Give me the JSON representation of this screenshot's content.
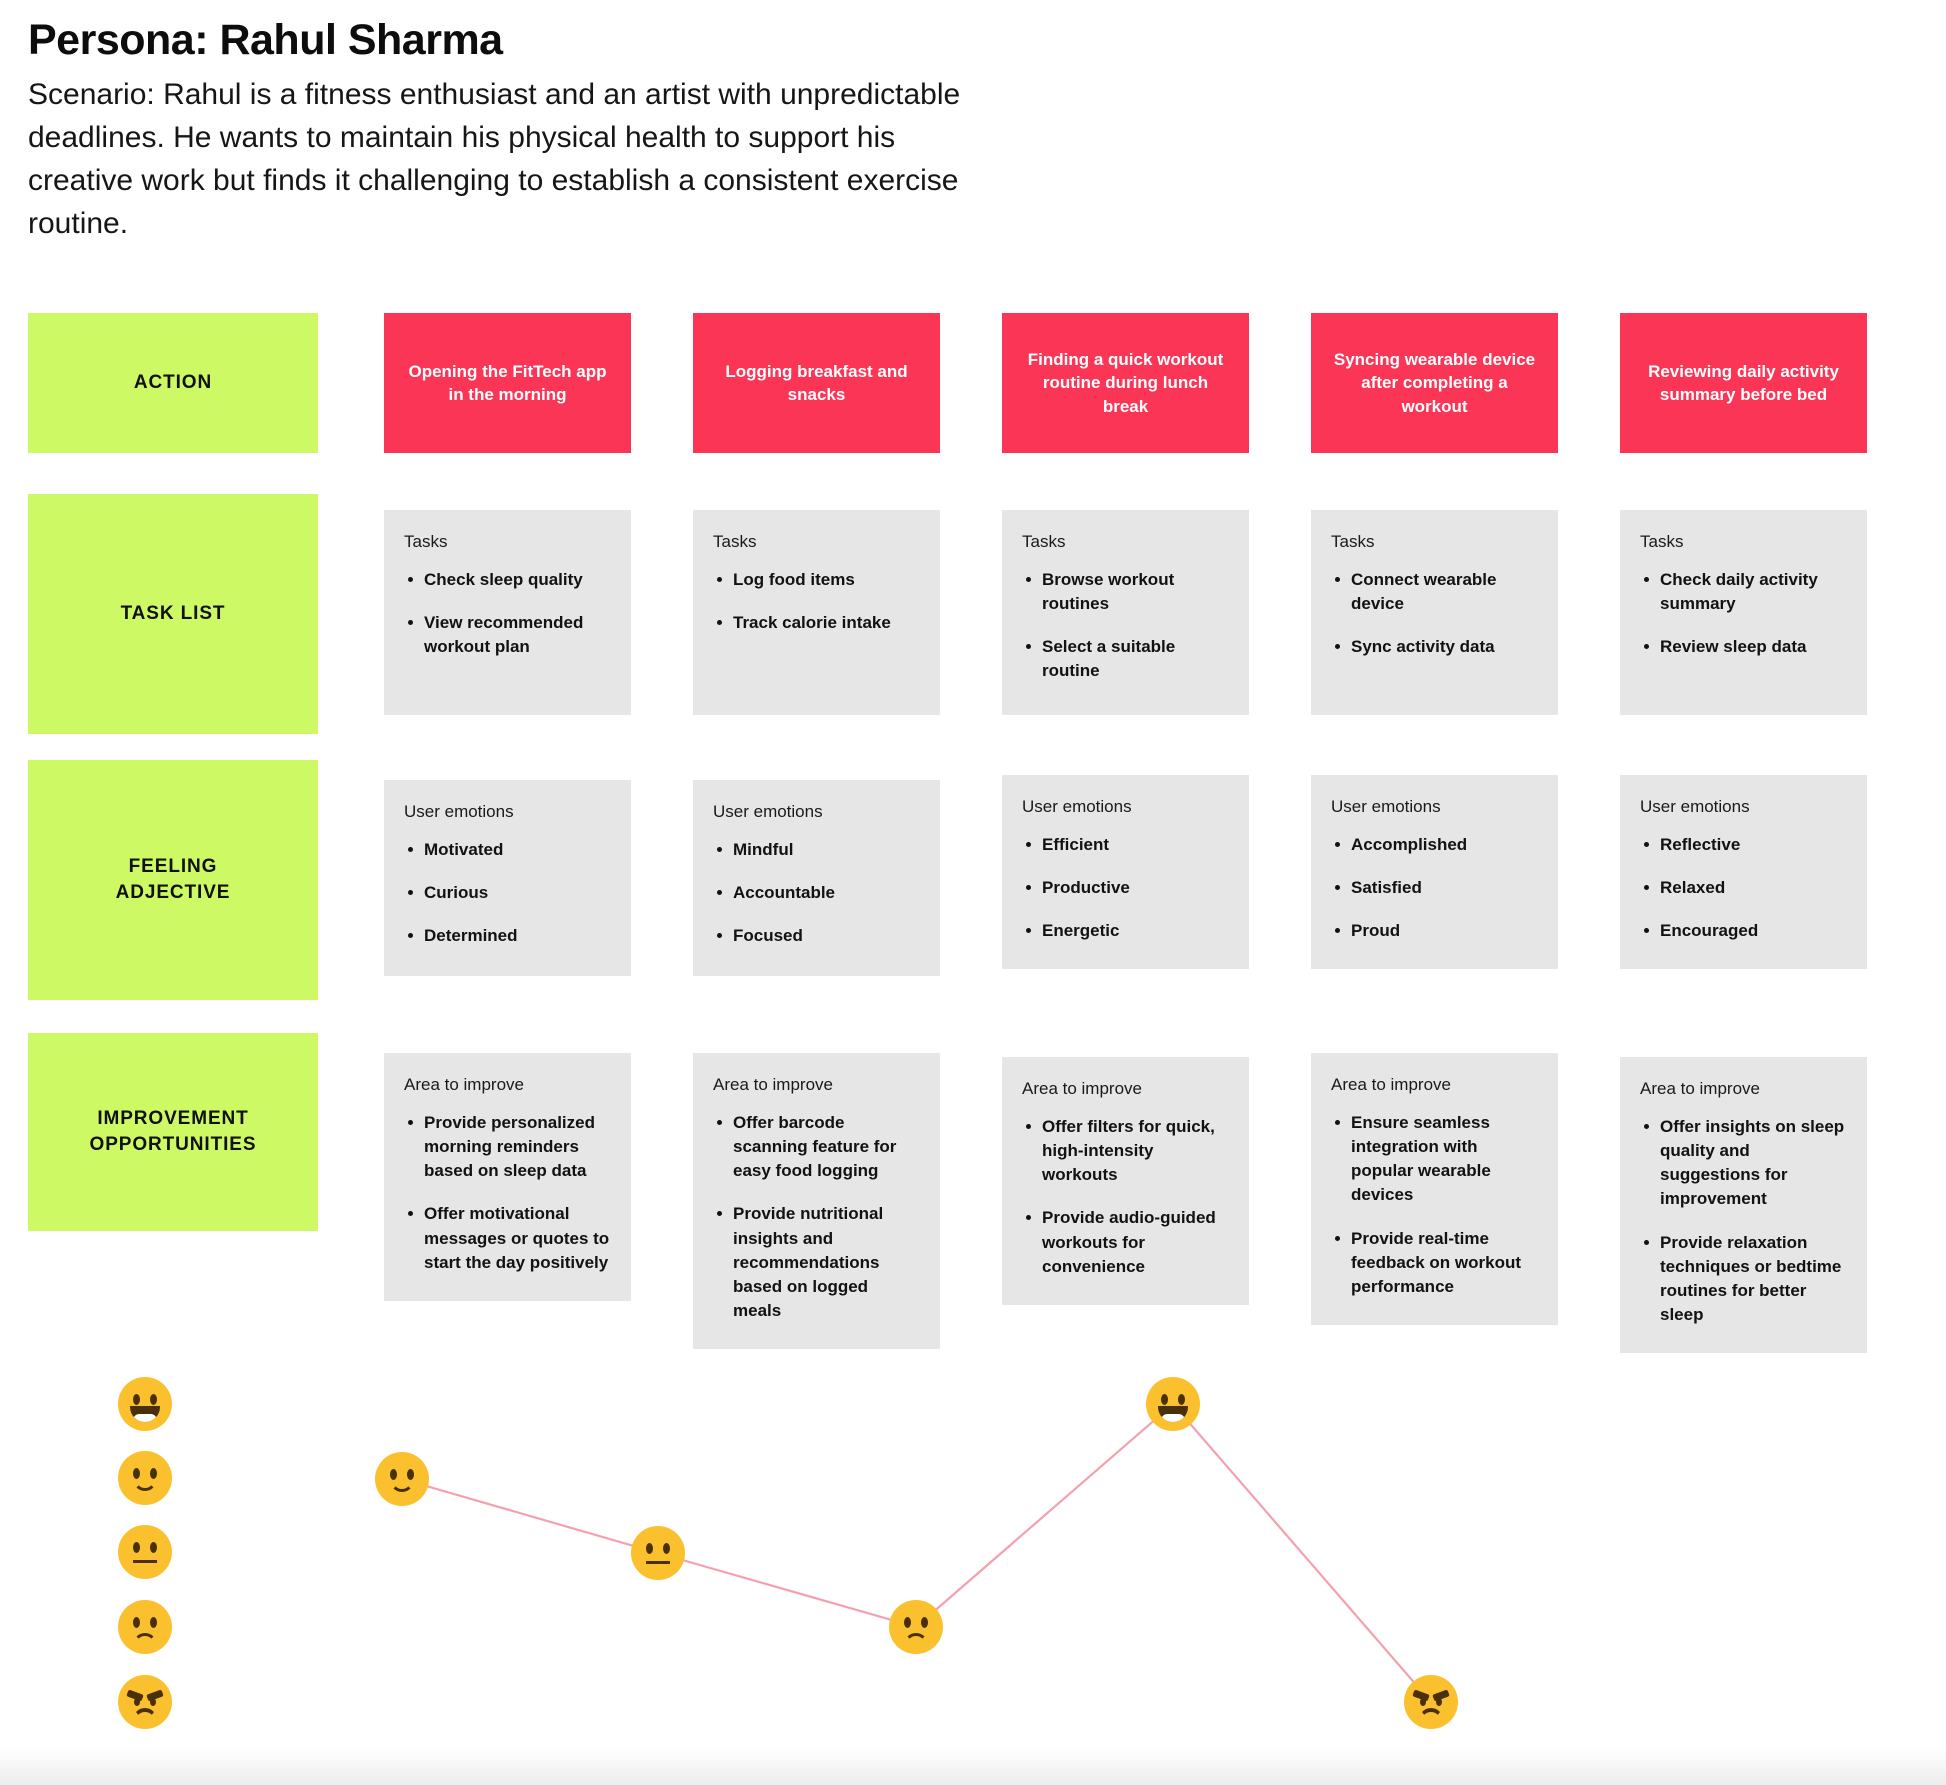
{
  "header": {
    "title": "Persona: Rahul Sharma",
    "scenario": "Scenario: Rahul is a fitness enthusiast and an artist with unpredictable deadlines. He wants to maintain his physical health to support his creative work but finds it challenging to establish a consistent exercise routine."
  },
  "colors": {
    "accent_green": "#cdfa64",
    "accent_red": "#fa3556",
    "card_gray": "#e6e6e6",
    "emoji_yellow": "#fbc02d",
    "line_pink": "#f5a0ae"
  },
  "rows": {
    "action": {
      "label": "ACTION"
    },
    "task_list": {
      "label": "TASK LIST"
    },
    "feeling": {
      "label": "FEELING\nADJECTIVE"
    },
    "improvement": {
      "label": "IMPROVEMENT\nOPPORTUNITIES"
    }
  },
  "stages": [
    {
      "action": "Opening the FitTech app in the morning",
      "tasks_title": "Tasks",
      "tasks": [
        "Check sleep quality",
        "View recommended workout plan"
      ],
      "emotions_title": "User emotions",
      "emotions": [
        "Motivated",
        "Curious",
        "Determined"
      ],
      "improve_title": "Area to improve",
      "improvements": [
        "Provide personalized morning reminders based on sleep data",
        "Offer motivational messages or quotes to start the day positively"
      ]
    },
    {
      "action": "Logging breakfast and snacks",
      "tasks_title": "Tasks",
      "tasks": [
        "Log food items",
        "Track calorie intake"
      ],
      "emotions_title": "User emotions",
      "emotions": [
        "Mindful",
        "Accountable",
        "Focused"
      ],
      "improve_title": "Area to improve",
      "improvements": [
        "Offer barcode scanning feature for easy food logging",
        "Provide nutritional insights and recommendations based on logged meals"
      ]
    },
    {
      "action": "Finding a quick workout routine during lunch break",
      "tasks_title": "Tasks",
      "tasks": [
        "Browse workout routines",
        "Select a suitable routine"
      ],
      "emotions_title": "User emotions",
      "emotions": [
        "Efficient",
        "Productive",
        "Energetic"
      ],
      "improve_title": "Area to improve",
      "improvements": [
        "Offer filters for quick, high-intensity workouts",
        "Provide audio-guided workouts for convenience"
      ]
    },
    {
      "action": "Syncing wearable device after completing a workout",
      "tasks_title": "Tasks",
      "tasks": [
        "Connect wearable device",
        "Sync activity data"
      ],
      "emotions_title": "User emotions",
      "emotions": [
        "Accomplished",
        "Satisfied",
        "Proud"
      ],
      "improve_title": "Area to improve",
      "improvements": [
        "Ensure seamless integration with popular wearable devices",
        "Provide real-time feedback on workout performance"
      ]
    },
    {
      "action": "Reviewing daily activity summary before bed",
      "tasks_title": "Tasks",
      "tasks": [
        "Check daily activity summary",
        "Review sleep data"
      ],
      "emotions_title": "User emotions",
      "emotions": [
        "Reflective",
        "Relaxed",
        "Encouraged"
      ],
      "improve_title": "Area to improve",
      "improvements": [
        "Offer insights on sleep quality and suggestions for improvement",
        "Provide relaxation techniques or bedtime routines for better sleep"
      ]
    }
  ],
  "chart_data": {
    "type": "line",
    "title": "",
    "xlabel": "",
    "ylabel": "",
    "legend_position": "left",
    "grid": false,
    "ylim": [
      1,
      5
    ],
    "y_levels": [
      {
        "value": 5,
        "name": "grinning",
        "icon": "grinning-face-icon"
      },
      {
        "value": 4,
        "name": "slightly-smiling",
        "icon": "slightly-smiling-face-icon"
      },
      {
        "value": 3,
        "name": "neutral",
        "icon": "neutral-face-icon"
      },
      {
        "value": 2,
        "name": "frowning",
        "icon": "frowning-face-icon"
      },
      {
        "value": 1,
        "name": "angry",
        "icon": "angry-face-icon"
      }
    ],
    "categories": [
      "Opening the FitTech app in the morning",
      "Logging breakfast and snacks",
      "Finding a quick workout routine during lunch break",
      "Syncing wearable device after completing a workout",
      "Reviewing daily activity summary before bed"
    ],
    "values": [
      4,
      3,
      2,
      5,
      1
    ],
    "point_icons": [
      "slightly-smiling-face-icon",
      "neutral-face-icon",
      "frowning-face-icon",
      "grinning-face-icon",
      "angry-face-icon"
    ],
    "line_color": "#f5a0ae"
  }
}
